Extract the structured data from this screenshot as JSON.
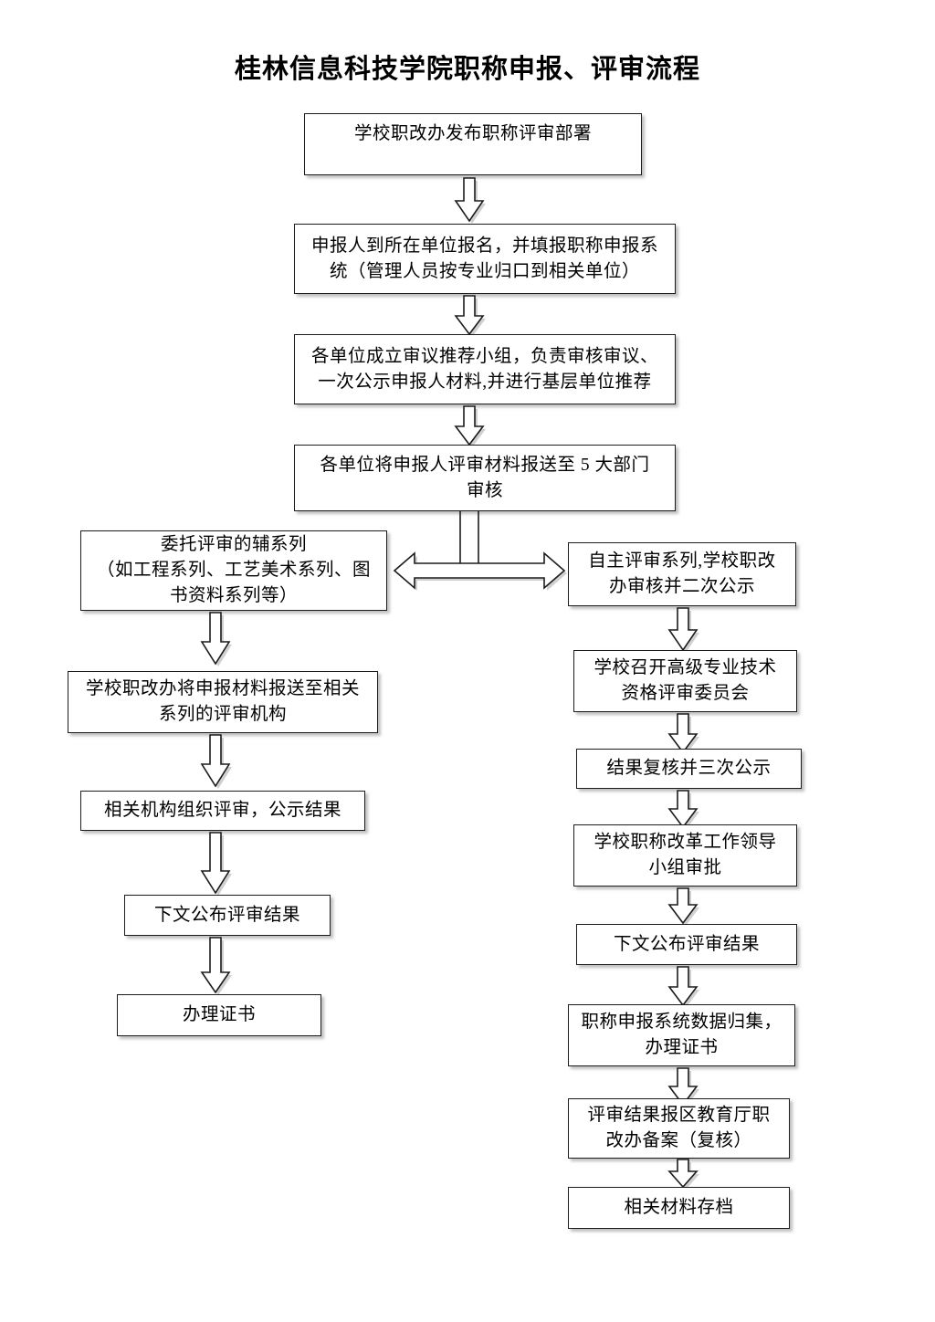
{
  "title": "桂林信息科技学院职称申报、评审流程",
  "flow": {
    "type": "flowchart",
    "orientation": "top-down-with-two-branches",
    "trunk": [
      {
        "id": "n1",
        "label": "学校职改办发布职称评审部署"
      },
      {
        "id": "n2",
        "label": "申报人到所在单位报名，并填报职称申报系\n统（管理人员按专业归口到相关单位）"
      },
      {
        "id": "n3",
        "label": "各单位成立审议推荐小组，负责审核审议、\n一次公示申报人材料,并进行基层单位推荐"
      },
      {
        "id": "n4",
        "label": "各单位将申报人评审材料报送至 5 大部门\n审核"
      }
    ],
    "split_connector": {
      "name": "bidirectional-split-arrow",
      "left_target": "l1",
      "right_target": "r1"
    },
    "left_branch": [
      {
        "id": "l1",
        "label": "委托评审的辅系列\n（如工程系列、工艺美术系列、图\n书资料系列等）"
      },
      {
        "id": "l2",
        "label": "学校职改办将申报材料报送至相关\n系列的评审机构"
      },
      {
        "id": "l3",
        "label": "相关机构组织评审，公示结果"
      },
      {
        "id": "l4",
        "label": "下文公布评审结果"
      },
      {
        "id": "l5",
        "label": "办理证书"
      }
    ],
    "right_branch": [
      {
        "id": "r1",
        "label": "自主评审系列,学校职改\n办审核并二次公示"
      },
      {
        "id": "r2",
        "label": "学校召开高级专业技术\n资格评审委员会"
      },
      {
        "id": "r3",
        "label": "结果复核并三次公示"
      },
      {
        "id": "r4",
        "label": "学校职称改革工作领导\n小组审批"
      },
      {
        "id": "r5",
        "label": "下文公布评审结果"
      },
      {
        "id": "r6",
        "label": "职称申报系统数据归集，\n办理证书"
      },
      {
        "id": "r7",
        "label": "评审结果报区教育厅职\n改办备案（复核）"
      },
      {
        "id": "r8",
        "label": "相关材料存档"
      }
    ],
    "colors": {
      "background": "#ffffff",
      "box_fill": "#ffffff",
      "box_border": "#1c1c1c",
      "arrow_fill": "#ffffff",
      "arrow_border": "#1c1c1c",
      "text": "#000000"
    }
  }
}
